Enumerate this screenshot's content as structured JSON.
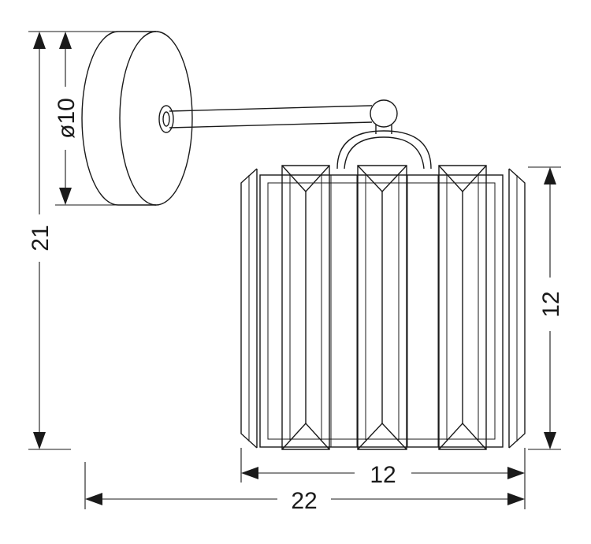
{
  "dimensions": {
    "backplate_diameter": "ø10",
    "total_height": "21",
    "shade_height": "12",
    "shade_width": "12",
    "total_depth": "22"
  },
  "colors": {
    "line": "#1a1a1a",
    "background": "#ffffff"
  }
}
